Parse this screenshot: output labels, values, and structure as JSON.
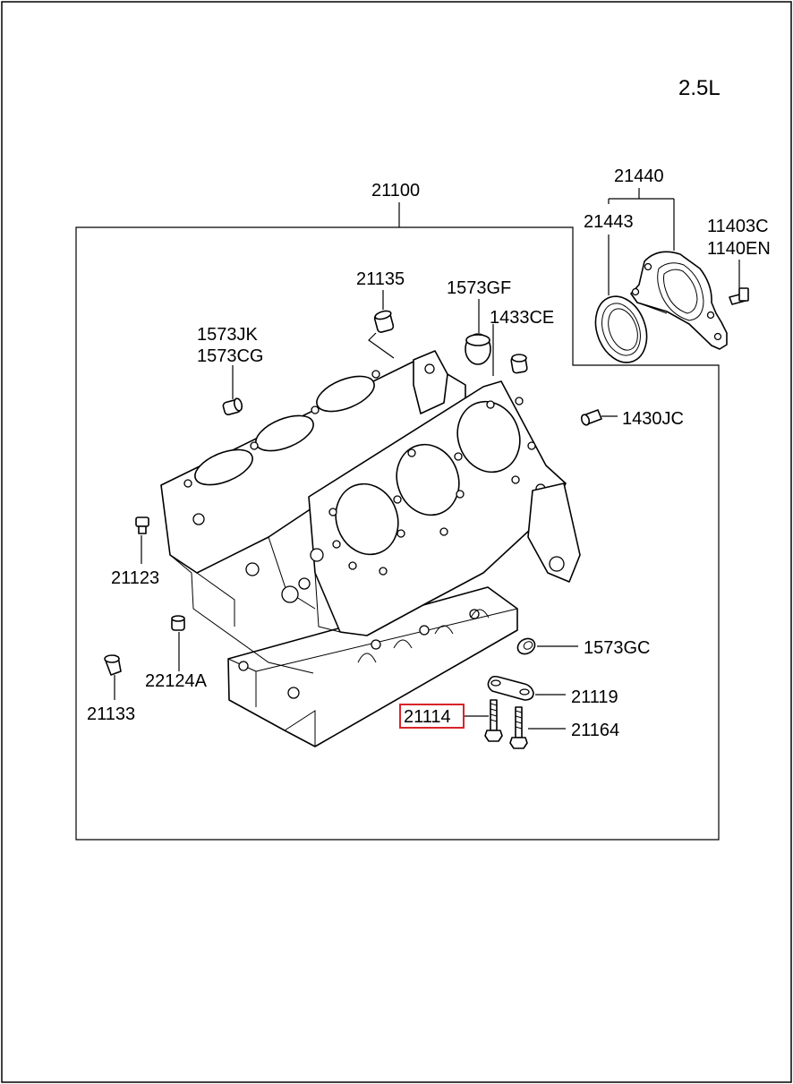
{
  "engine_variant": "2.5L",
  "highlight_color": "#d9242b",
  "callouts": {
    "block_assy": "21100",
    "oil_seal_case": "21440",
    "oil_seal": "21443",
    "bolt_a": "11403C",
    "bolt_b": "1140EN",
    "plug_1573gf": "1573GF",
    "pin_21135": "21135",
    "pin_1433ce": "1433CE",
    "plug_1573jk": "1573JK",
    "plug_1573cg": "1573CG",
    "jet_1430jc": "1430JC",
    "plug_21123": "21123",
    "pin_22124a": "22124A",
    "plug_21133": "21133",
    "plug_1573gc": "1573GC",
    "bracket_21119": "21119",
    "bolt_21114": "21114",
    "bolt_21164": "21164"
  }
}
